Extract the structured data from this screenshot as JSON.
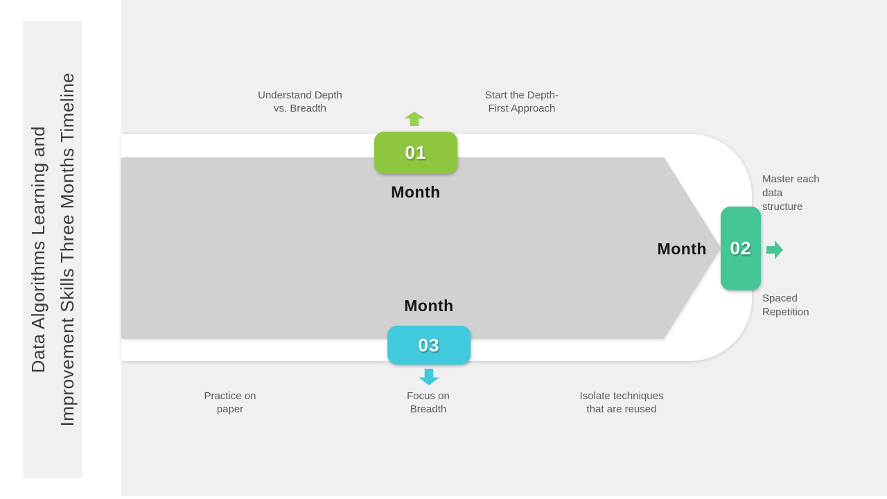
{
  "slide_title": {
    "line1": "Data Algorithms Learning and",
    "line2": "Improvement Skills Three Months Timeline"
  },
  "colors": {
    "panel_bg": "#f0f0f0",
    "title_box_bg": "#f1f1f1",
    "band_bg": "#ffffff",
    "timeline_arrow": "#d1d1d1",
    "month1": "#8ec63f",
    "month1_arrow": "#9bce52",
    "month2": "#45c795",
    "month3": "#41c9de",
    "month_label_text": "#161616",
    "note_text": "#5a5a5a",
    "title_text": "#3b3b3b"
  },
  "timeline": {
    "milestones": [
      {
        "number": "01",
        "label": "Month",
        "notes": [
          {
            "text": "Understand Depth\nvs. Breadth"
          },
          {
            "text": "Start the Depth-\nFirst Approach"
          }
        ]
      },
      {
        "number": "02",
        "label": "Month",
        "notes": [
          {
            "text": "Master each\ndata\nstructure"
          },
          {
            "text": "Spaced\nRepetition"
          }
        ]
      },
      {
        "number": "03",
        "label": "Month",
        "notes": [
          {
            "text": "Practice on\npaper"
          },
          {
            "text": "Focus on\nBreadth"
          },
          {
            "text": "Isolate techniques\nthat are reused"
          }
        ]
      }
    ]
  }
}
